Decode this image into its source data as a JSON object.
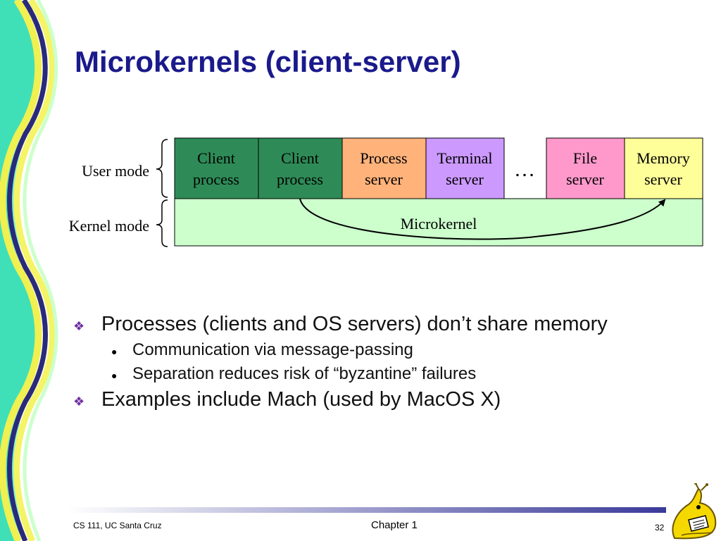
{
  "slide": {
    "title": "Microkernels (client-server)"
  },
  "diagram": {
    "user_mode_label": "User mode",
    "kernel_mode_label": "Kernel mode",
    "boxes": [
      {
        "line1": "Client",
        "line2": "process",
        "fill": "#2e8b57"
      },
      {
        "line1": "Client",
        "line2": "process",
        "fill": "#2e8b57"
      },
      {
        "line1": "Process",
        "line2": "server",
        "fill": "#ffb27a"
      },
      {
        "line1": "Terminal",
        "line2": "server",
        "fill": "#cc99ff"
      },
      {
        "line1": "File",
        "line2": "server",
        "fill": "#ff99cc"
      },
      {
        "line1": "Memory",
        "line2": "server",
        "fill": "#ffff99"
      }
    ],
    "ellipsis": "…",
    "microkernel_label": "Microkernel",
    "microkernel_fill": "#ccffcc"
  },
  "bullets": [
    {
      "text": "Processes (clients and OS servers) don’t share memory",
      "sub": [
        "Communication via message-passing",
        "Separation reduces risk of “byzantine” failures"
      ]
    },
    {
      "text": "Examples include Mach (used by MacOS X)",
      "sub": []
    }
  ],
  "footer": {
    "left": "CS 111, UC Santa Cruz",
    "center": "Chapter 1",
    "page": "32"
  },
  "colors": {
    "title": "#1a1a8c",
    "bullet_marker": "#7030a0"
  },
  "icons": {
    "bullet_level1": "diamond-cluster-icon",
    "bullet_level2": "dot-icon",
    "logo": "banana-slug-logo-icon"
  }
}
